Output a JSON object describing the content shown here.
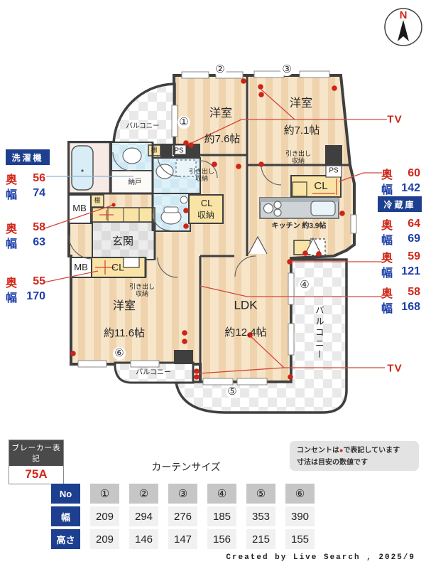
{
  "compass": {
    "n": "N"
  },
  "plan": {
    "rooms": {
      "room2_name": "洋室",
      "room2_size": "約7.6帖",
      "room3_name": "洋室",
      "room3_size": "約7.1帖",
      "room6_name": "洋室",
      "room6_size": "約11.6帖",
      "ldk_name": "LDK",
      "ldk_size": "約12.4帖",
      "kitchen": "キッチン 約3.9帖",
      "entrance": "玄関",
      "storage_room": "納戸",
      "balcony": "バルコニー",
      "closet": "CL",
      "closet_storage": "収納",
      "meter_box": "MB",
      "pipe_space": "PS",
      "shelf": "棚",
      "drawer_storage": "引き出し収納"
    },
    "markers": {
      "m1": "①",
      "m2": "②",
      "m3": "③",
      "m4": "④",
      "m5": "⑤",
      "m6": "⑥"
    }
  },
  "annotations": {
    "washer_badge": "洗濯機",
    "fridge_badge": "冷蔵庫",
    "tv_top": "TV",
    "tv_bottom": "TV",
    "washer": {
      "dl": "奥",
      "dv": "56",
      "wl": "幅",
      "wv": "74"
    },
    "left2": {
      "dl": "奥",
      "dv": "58",
      "wl": "幅",
      "wv": "63"
    },
    "left3": {
      "dl": "奥",
      "dv": "55",
      "wl": "幅",
      "wv": "170"
    },
    "right1": {
      "dl": "奥",
      "dv": "60",
      "wl": "幅",
      "wv": "142"
    },
    "fridge": {
      "dl": "奥",
      "dv": "64",
      "wl": "幅",
      "wv": "69"
    },
    "right3": {
      "dl": "奥",
      "dv": "59",
      "wl": "幅",
      "wv": "121"
    },
    "right4": {
      "dl": "奥",
      "dv": "58",
      "wl": "幅",
      "wv": "168"
    }
  },
  "breaker": {
    "title": "ブレーカー表記",
    "value": "75A"
  },
  "curtain": {
    "title": "カーテンサイズ",
    "note1_pre": "コンセントは",
    "note_dot": "●",
    "note1_post": "で表記しています",
    "note2": "寸法は目安の数値です",
    "table": {
      "row_no": "No",
      "row_width": "幅",
      "row_height": "高さ",
      "numbers": [
        "①",
        "②",
        "③",
        "④",
        "⑤",
        "⑥"
      ],
      "widths": [
        "209",
        "294",
        "276",
        "185",
        "353",
        "390"
      ],
      "heights": [
        "209",
        "146",
        "147",
        "156",
        "215",
        "155"
      ]
    }
  },
  "credit": "Created by Live Search , 2025/9"
}
